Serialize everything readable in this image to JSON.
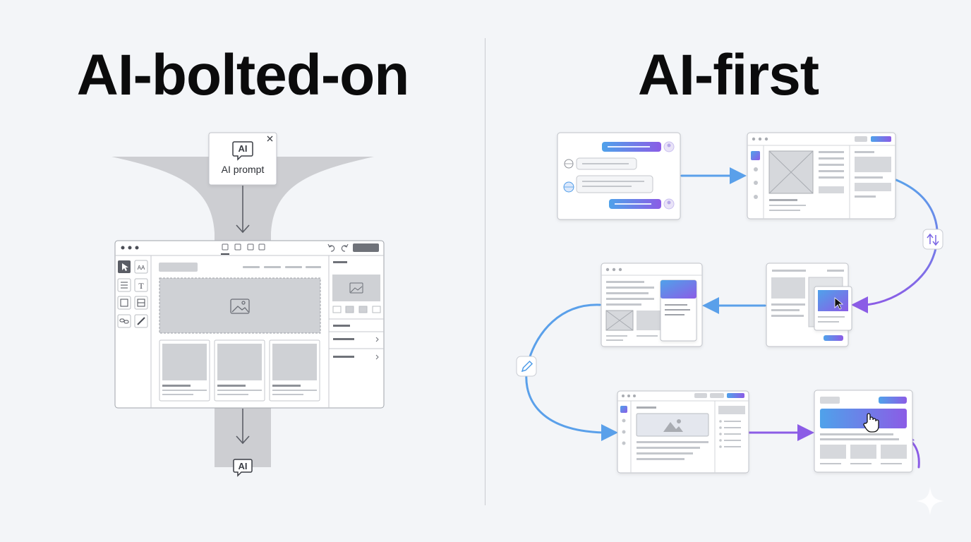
{
  "left": {
    "title": "AI-bolted-on",
    "prompt_card": {
      "icon": "ai-chat-bubble-icon",
      "icon_text": "AI",
      "label": "AI prompt",
      "close_icon": "close-icon"
    },
    "output_icon_text": "AI",
    "editor_toolbar_icons": [
      "cursor-icon",
      "text-size-icon",
      "list-icon",
      "text-icon",
      "frame-icon",
      "image-block-icon",
      "link-icon",
      "pen-icon"
    ]
  },
  "right": {
    "title": "AI-first",
    "flow_icons": [
      "swap-arrows-icon",
      "pencil-icon",
      "cursor-icon",
      "hand-cursor-icon"
    ]
  },
  "colors": {
    "blue": "#4f9ce8",
    "purple": "#8a5ce6",
    "gray_funnel": "#cdced2",
    "title": "#0b0b0c"
  }
}
